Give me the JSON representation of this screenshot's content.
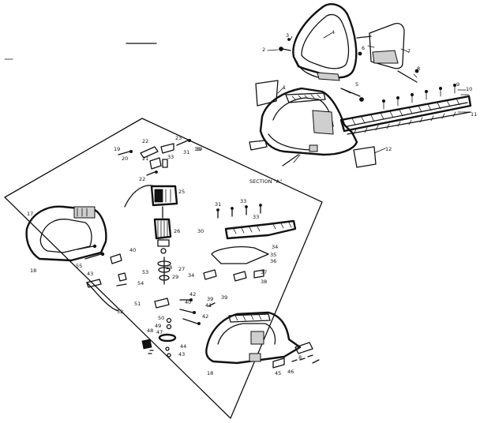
{
  "section_label": "SECTION \"A\"",
  "callouts_upper": [
    {
      "id": "c2",
      "text": "2"
    },
    {
      "id": "c3",
      "text": "3"
    },
    {
      "id": "c4",
      "text": "4"
    },
    {
      "id": "c5",
      "text": "5"
    },
    {
      "id": "c6",
      "text": "6"
    },
    {
      "id": "c7",
      "text": "7"
    },
    {
      "id": "c8",
      "text": "8"
    },
    {
      "id": "c9",
      "text": "9"
    },
    {
      "id": "c10",
      "text": "10"
    },
    {
      "id": "c11",
      "text": "11"
    },
    {
      "id": "c12",
      "text": "12"
    },
    {
      "id": "c1",
      "text": "1"
    }
  ],
  "callouts_section": [
    {
      "id": "s19a",
      "text": "19"
    },
    {
      "id": "s22",
      "text": "22"
    },
    {
      "id": "s23a",
      "text": "23"
    },
    {
      "id": "s19b",
      "text": "19"
    },
    {
      "id": "s20",
      "text": "20"
    },
    {
      "id": "s21a",
      "text": "21"
    },
    {
      "id": "s31",
      "text": "31"
    },
    {
      "id": "s19c",
      "text": "19"
    },
    {
      "id": "s33a",
      "text": "33"
    },
    {
      "id": "s22b",
      "text": "22"
    },
    {
      "id": "s25",
      "text": "25"
    },
    {
      "id": "s31b",
      "text": "31"
    },
    {
      "id": "s33b",
      "text": "33"
    },
    {
      "id": "s17",
      "text": "17"
    },
    {
      "id": "s26",
      "text": "26"
    },
    {
      "id": "s30",
      "text": "30"
    },
    {
      "id": "s33c",
      "text": "33"
    },
    {
      "id": "s34",
      "text": "34"
    },
    {
      "id": "s35",
      "text": "35"
    },
    {
      "id": "s36",
      "text": "36"
    },
    {
      "id": "s37",
      "text": "37"
    },
    {
      "id": "s38",
      "text": "38"
    },
    {
      "id": "s39",
      "text": "39"
    },
    {
      "id": "s18a",
      "text": "18"
    },
    {
      "id": "s40",
      "text": "40"
    },
    {
      "id": "s55",
      "text": "55"
    },
    {
      "id": "s43",
      "text": "43"
    },
    {
      "id": "s29",
      "text": "29"
    },
    {
      "id": "s27",
      "text": "27"
    },
    {
      "id": "s28",
      "text": "28"
    },
    {
      "id": "s53",
      "text": "53"
    },
    {
      "id": "s54",
      "text": "54"
    },
    {
      "id": "s34b",
      "text": "34"
    },
    {
      "id": "s52",
      "text": "52"
    },
    {
      "id": "s51",
      "text": "51"
    },
    {
      "id": "s42",
      "text": "42"
    },
    {
      "id": "s40b",
      "text": "40"
    },
    {
      "id": "s39b",
      "text": "39"
    },
    {
      "id": "s41",
      "text": "41"
    },
    {
      "id": "s50",
      "text": "50"
    },
    {
      "id": "s49",
      "text": "49"
    },
    {
      "id": "s47",
      "text": "47"
    },
    {
      "id": "s48",
      "text": "48"
    },
    {
      "id": "s44",
      "text": "44"
    },
    {
      "id": "s43b",
      "text": "43"
    },
    {
      "id": "s45",
      "text": "45"
    },
    {
      "id": "s18b",
      "text": "18"
    },
    {
      "id": "s8",
      "text": "8"
    },
    {
      "id": "s42b",
      "text": "42"
    },
    {
      "id": "s46",
      "text": "46"
    }
  ]
}
